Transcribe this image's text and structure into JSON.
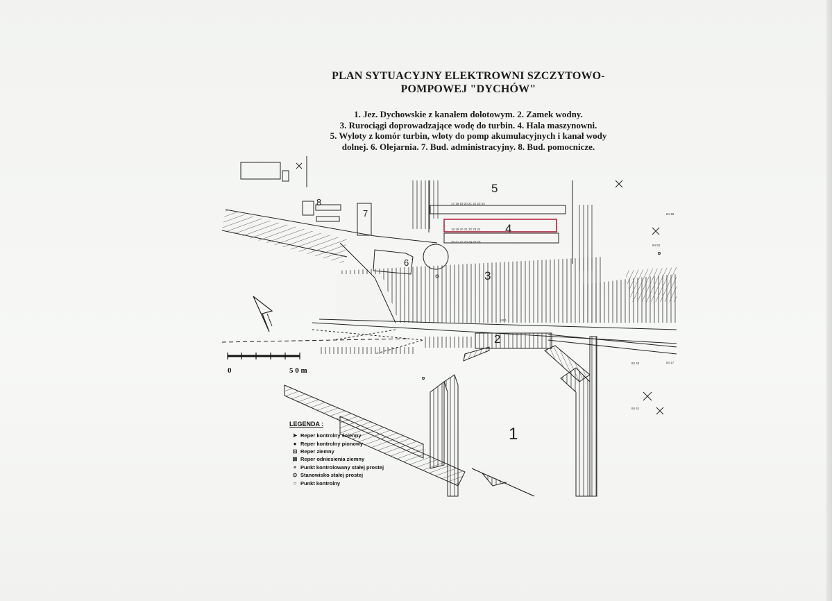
{
  "document": {
    "title_line1": "PLAN SYTUACYJNY ELEKTROWNI SZCZYTOWO-",
    "title_line2": "POMPOWEJ \"DYCHÓW\"",
    "caption_line1": "1. Jez. Dychowskie z kanałem dolotowym. 2. Zamek wodny.",
    "caption_line2": "3. Rurociągi doprowadzające wodę do turbin. 4. Hala maszynowni.",
    "caption_line3": "5. Wyloty z komór turbin, wloty do pomp akumulacyjnych i kanał wody",
    "caption_line4": "dolnej. 6. Olejarnia. 7. Bud. administracyjny. 8. Bud. pomocnicze."
  },
  "scale_bar": {
    "start_label": "0",
    "end_label": "5 0 m"
  },
  "map_labels": {
    "area_1": "1",
    "area_2": "2",
    "area_3": "3",
    "area_4": "4",
    "area_5": "5",
    "area_6": "6",
    "area_7": "7",
    "area_8": "8"
  },
  "legend": {
    "title": "LEGENDA :",
    "items": [
      {
        "symbol": "➤",
        "label": "Reper kontrolny ścienny"
      },
      {
        "symbol": "●",
        "label": "Reper kontrolny pionowy"
      },
      {
        "symbol": "⊡",
        "label": "Reper ziemny"
      },
      {
        "symbol": "⊠",
        "label": "Reper odniesienia ziemny"
      },
      {
        "symbol": "⚬",
        "label": "Punkt kontrolowany stałej prostej"
      },
      {
        "symbol": "⊙",
        "label": "Stanowisko stałej prostej"
      },
      {
        "symbol": "○",
        "label": "Punkt kontrolny"
      }
    ]
  },
  "colors": {
    "ink": "#1a1a1a",
    "highlight": "#b3263a",
    "paper": "#f4f5f3"
  }
}
